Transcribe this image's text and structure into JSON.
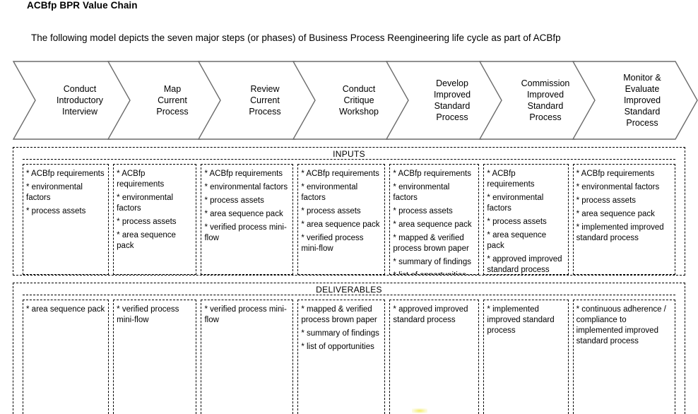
{
  "header": {
    "title": "ACBfp BPR Value Chain",
    "subtitle": "The following model depicts the seven major steps (or phases) of Business Process Reengineering life cycle as part of ACBfp"
  },
  "value_chain": {
    "steps": [
      {
        "lines": [
          "Conduct",
          "Introductory",
          "Interview"
        ]
      },
      {
        "lines": [
          "Map",
          "Current",
          "Process"
        ]
      },
      {
        "lines": [
          "Review",
          "Current",
          "Process"
        ]
      },
      {
        "lines": [
          "Conduct",
          "Critique",
          "Workshop"
        ]
      },
      {
        "lines": [
          "Develop",
          "Improved",
          "Standard",
          "Process"
        ]
      },
      {
        "lines": [
          "Commission",
          "Improved",
          "Standard",
          "Process"
        ]
      },
      {
        "lines": [
          "Monitor &",
          "Evaluate",
          "Improved",
          "Standard",
          "Process"
        ]
      }
    ]
  },
  "inputs": {
    "title": "INPUTS",
    "columns": [
      {
        "items": [
          "* ACBfp requirements",
          "* environmental factors",
          "* process assets"
        ]
      },
      {
        "items": [
          "* ACBfp requirements",
          "* environmental factors",
          "* process assets",
          "* area sequence pack"
        ]
      },
      {
        "items": [
          "* ACBfp requirements",
          "* environmental factors",
          "* process assets",
          "* area sequence pack",
          "* verified process mini-flow"
        ]
      },
      {
        "items": [
          "* ACBfp requirements",
          "* environmental factors",
          "* process assets",
          "* area sequence pack",
          "* verified process mini-flow"
        ]
      },
      {
        "items": [
          "* ACBfp requirements",
          "* environmental factors",
          "* process assets",
          "* area sequence pack",
          "* mapped & verified process brown paper",
          "* summary of findings",
          "* list of opportunities"
        ]
      },
      {
        "items": [
          "* ACBfp requirements",
          "* environmental factors",
          "* process assets",
          "* area sequence pack",
          "* approved improved standard process"
        ]
      },
      {
        "items": [
          "* ACBfp requirements",
          "* environmental factors",
          "* process assets",
          "* area sequence pack",
          "* implemented improved standard process"
        ]
      }
    ]
  },
  "deliverables": {
    "title": "DELIVERABLES",
    "columns": [
      {
        "items": [
          "* area sequence pack"
        ]
      },
      {
        "items": [
          "* verified process mini-flow"
        ]
      },
      {
        "items": [
          "* verified process mini-flow"
        ]
      },
      {
        "items": [
          "* mapped & verified process brown paper",
          "* summary of findings",
          "* list of opportunities"
        ]
      },
      {
        "items": [
          "* approved improved standard process"
        ]
      },
      {
        "items": [
          "* implemented improved standard process"
        ]
      },
      {
        "items": [
          "* continuous adherence / compliance to implemented improved standard process"
        ]
      }
    ]
  },
  "colors": {
    "background": "#ffffff",
    "line": "#6b6b6b",
    "text": "#000000",
    "highlight": "#f0e846"
  }
}
